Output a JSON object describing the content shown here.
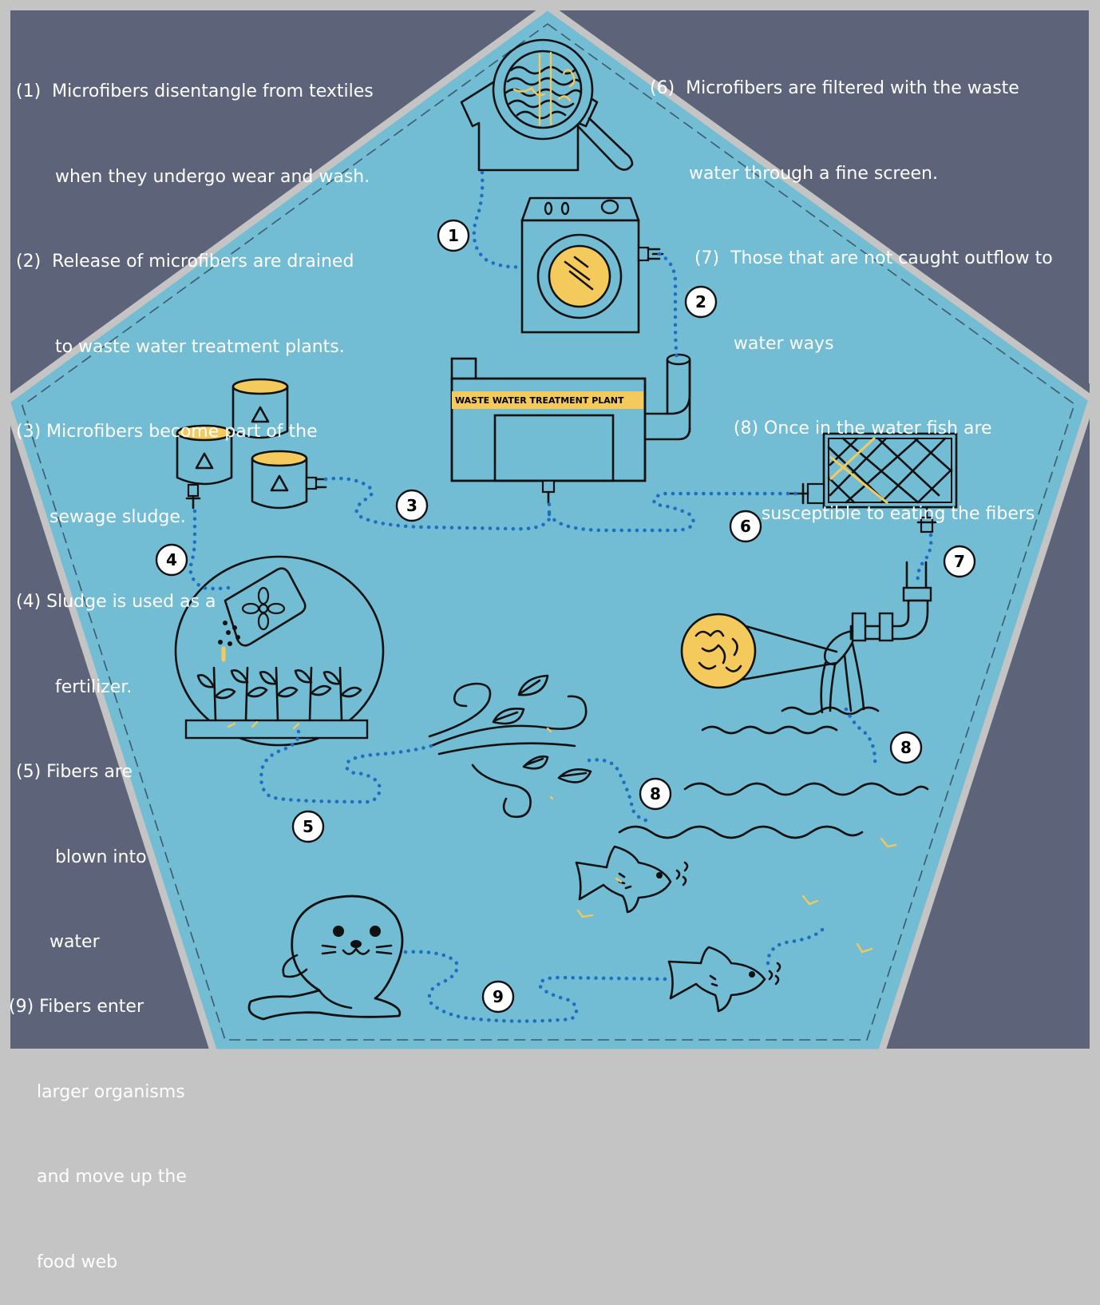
{
  "annotations": {
    "left_top": [
      {
        "lines": [
          "(1)  Microfibers disentangle from textiles",
          "       when they undergo wear and wash."
        ]
      },
      {
        "lines": [
          "(2)  Release of microfibers are drained",
          "       to waste water treatment plants."
        ]
      },
      {
        "lines": [
          "(3) Microfibers become part of the",
          "      sewage sludge."
        ]
      },
      {
        "lines": [
          "(4) Sludge is used as a",
          "       fertilizer."
        ]
      },
      {
        "lines": [
          "(5) Fibers are",
          "       blown into",
          "      water"
        ]
      }
    ],
    "right_top": [
      {
        "lines": [
          "(6)  Microfibers are filtered with the waste",
          "       water through a fine screen."
        ]
      },
      {
        "lines": [
          "        (7)  Those that are not caught outflow to",
          "               water ways"
        ]
      },
      {
        "lines": [
          "               (8) Once in the water fish are",
          "                    susceptible to eating the fibers"
        ]
      }
    ],
    "left_bottom": [
      {
        "lines": [
          "(9) Fibers enter",
          "     larger organisms",
          "     and move up the",
          "     food web"
        ]
      }
    ]
  },
  "plant": {
    "label": "WASTE WATER TREATMENT PLANT"
  },
  "steps": [
    "1",
    "2",
    "3",
    "4",
    "5",
    "6",
    "7",
    "8",
    "8",
    "9"
  ],
  "colors": {
    "dark_panel": "#5d6479",
    "water": "#72bcd4",
    "frame": "#c4c4c4",
    "accent": "#f5ca5c",
    "flow": "#1e6fc4",
    "ink": "#111111"
  },
  "icons": [
    "shirt-icon",
    "magnifier-icon",
    "washing-machine-icon",
    "treatment-plant-icon",
    "sludge-tank-icon",
    "fertilizer-bag-icon",
    "plants-icon",
    "wind-leaves-icon",
    "filter-screen-icon",
    "outflow-pipe-icon",
    "fish-icon",
    "seal-icon"
  ]
}
